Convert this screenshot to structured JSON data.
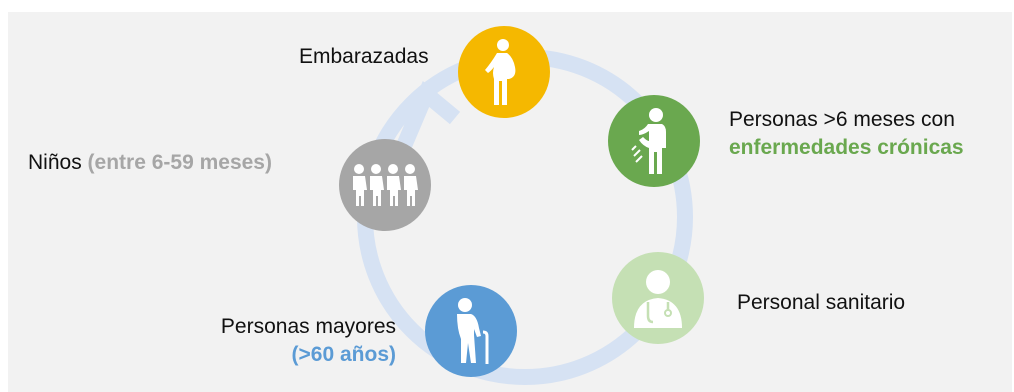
{
  "groups": {
    "pregnant": {
      "label": "Embarazadas",
      "icon": "pregnant-woman-icon",
      "color": "#f5b800"
    },
    "chronic": {
      "line1": "Personas >6 meses con",
      "line2": "enfermedades crónicas",
      "icon": "person-inhaler-icon",
      "color": "#6aa84f",
      "highlight_color": "#6aa84f"
    },
    "health_staff": {
      "label": "Personal sanitario",
      "icon": "doctor-stethoscope-icon",
      "color": "#c5e0b4"
    },
    "elderly": {
      "line1": "Personas mayores",
      "line2": "(>60 años)",
      "icon": "elderly-person-cane-icon",
      "color": "#5b9bd5",
      "highlight_color": "#5b9bd5"
    },
    "children": {
      "label": "Niños",
      "detail": "(entre 6-59 meses)",
      "icon": "children-group-icon",
      "color": "#a6a6a6",
      "highlight_color": "#a6a6a6"
    }
  },
  "cycle_arrow_color": "#d6e2f3"
}
